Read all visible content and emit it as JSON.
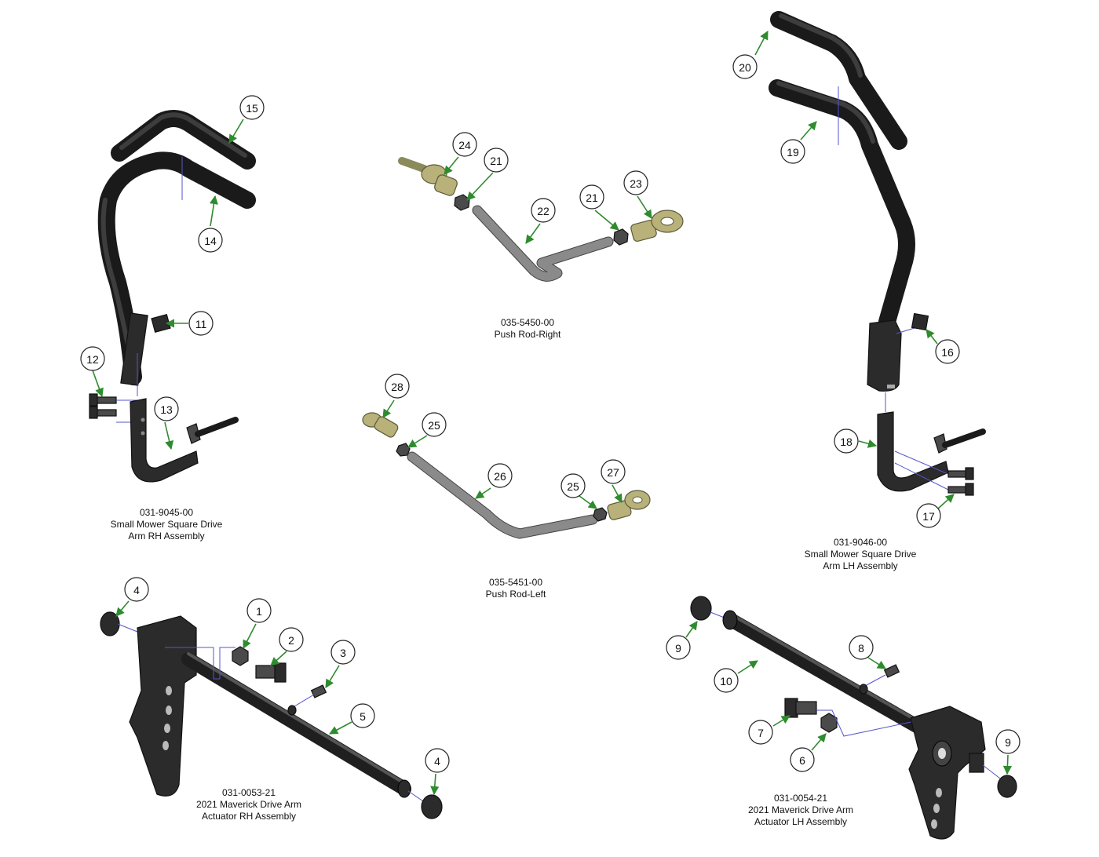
{
  "balloons": [
    "1",
    "2",
    "3",
    "4",
    "4",
    "5",
    "6",
    "7",
    "8",
    "9",
    "9",
    "10",
    "11",
    "12",
    "13",
    "14",
    "15",
    "16",
    "17",
    "18",
    "19",
    "20",
    "21",
    "21",
    "22",
    "23",
    "24",
    "25",
    "25",
    "26",
    "27",
    "28"
  ],
  "captions": {
    "rh_arm": [
      "031-9045-00",
      "Small Mower Square Drive",
      "Arm RH Assembly"
    ],
    "push_right": [
      "035-5450-00",
      "Push Rod-Right"
    ],
    "lh_arm": [
      "031-9046-00",
      "Small Mower Square Drive",
      "Arm LH Assembly"
    ],
    "push_left": [
      "035-5451-00",
      "Push Rod-Left"
    ],
    "rh_actuator": [
      "031-0053-21",
      "2021 Maverick Drive Arm",
      "Actuator RH Assembly"
    ],
    "lh_actuator": [
      "031-0054-21",
      "2021 Maverick Drive Arm",
      "Actuator LH Assembly"
    ]
  },
  "colors": {
    "leader": "#2e8b2e",
    "part": "#2b2b2b",
    "brass": "#b8b27a",
    "guide": "#5555cc"
  }
}
